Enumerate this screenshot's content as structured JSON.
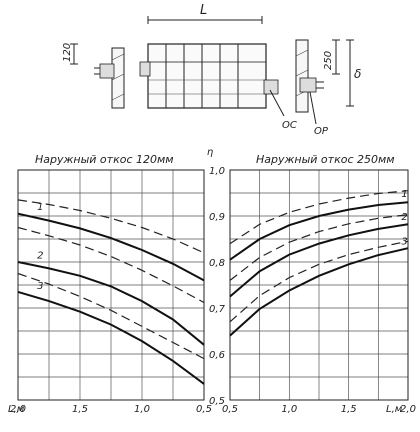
{
  "drawing": {
    "length_label": "L",
    "dim_120": "120",
    "dim_250": "250",
    "delta_label": "δ",
    "label_oc": "ОС",
    "label_op": "ОР"
  },
  "chart_data": [
    {
      "type": "line",
      "title": "Наружный откос 120мм",
      "xlabel": "L,м",
      "ylabel": "",
      "x_tick_labels": [
        "2,0",
        "1,5",
        "1,0",
        "0,5"
      ],
      "xlim": [
        2.0,
        0.5
      ],
      "ylim": [
        0.5,
        1.0
      ],
      "x_direction": "reversed",
      "grid": true,
      "curve_labels": [
        "1",
        "2",
        "3"
      ],
      "series": [
        {
          "style": "dashed",
          "x": [
            2.0,
            1.75,
            1.5,
            1.25,
            1.0,
            0.75,
            0.5
          ],
          "y": [
            0.935,
            0.925,
            0.912,
            0.895,
            0.875,
            0.85,
            0.82
          ]
        },
        {
          "style": "solid",
          "x": [
            2.0,
            1.75,
            1.5,
            1.25,
            1.0,
            0.75,
            0.5
          ],
          "y": [
            0.905,
            0.89,
            0.873,
            0.852,
            0.826,
            0.796,
            0.76
          ]
        },
        {
          "style": "dashed",
          "x": [
            2.0,
            1.75,
            1.5,
            1.25,
            1.0,
            0.75,
            0.5
          ],
          "y": [
            0.875,
            0.857,
            0.837,
            0.812,
            0.782,
            0.748,
            0.712
          ]
        },
        {
          "style": "solid",
          "x": [
            2.0,
            1.75,
            1.5,
            1.25,
            1.0,
            0.75,
            0.5
          ],
          "y": [
            0.8,
            0.786,
            0.77,
            0.747,
            0.715,
            0.675,
            0.62
          ]
        },
        {
          "style": "dashed",
          "x": [
            2.0,
            1.75,
            1.5,
            1.25,
            1.0,
            0.75,
            0.5
          ],
          "y": [
            0.775,
            0.752,
            0.725,
            0.695,
            0.66,
            0.625,
            0.59
          ]
        },
        {
          "style": "solid",
          "x": [
            2.0,
            1.75,
            1.5,
            1.25,
            1.0,
            0.75,
            0.5
          ],
          "y": [
            0.735,
            0.715,
            0.692,
            0.664,
            0.628,
            0.585,
            0.535
          ]
        }
      ]
    },
    {
      "type": "line",
      "title": "Наружный откос 250мм",
      "xlabel": "L,м",
      "ylabel": "η",
      "x_tick_labels": [
        "0,5",
        "1,0",
        "1,5",
        "2,0"
      ],
      "xlim": [
        0.5,
        2.0
      ],
      "ylim": [
        0.5,
        1.0
      ],
      "y_tick_labels": [
        "1,0",
        "0,9",
        "0,8",
        "0,7",
        "0,6",
        "0,5"
      ],
      "grid": true,
      "curve_labels": [
        "1",
        "2",
        "3"
      ],
      "series": [
        {
          "style": "dashed",
          "x": [
            0.5,
            0.75,
            1.0,
            1.25,
            1.5,
            1.75,
            2.0
          ],
          "y": [
            0.84,
            0.882,
            0.908,
            0.926,
            0.939,
            0.949,
            0.955
          ]
        },
        {
          "style": "solid",
          "x": [
            0.5,
            0.75,
            1.0,
            1.25,
            1.5,
            1.75,
            2.0
          ],
          "y": [
            0.805,
            0.85,
            0.88,
            0.9,
            0.914,
            0.924,
            0.93
          ]
        },
        {
          "style": "dashed",
          "x": [
            0.5,
            0.75,
            1.0,
            1.25,
            1.5,
            1.75,
            2.0
          ],
          "y": [
            0.76,
            0.81,
            0.843,
            0.866,
            0.883,
            0.895,
            0.903
          ]
        },
        {
          "style": "solid",
          "x": [
            0.5,
            0.75,
            1.0,
            1.25,
            1.5,
            1.75,
            2.0
          ],
          "y": [
            0.725,
            0.78,
            0.816,
            0.84,
            0.858,
            0.872,
            0.882
          ]
        },
        {
          "style": "dashed",
          "x": [
            0.5,
            0.75,
            1.0,
            1.25,
            1.5,
            1.75,
            2.0
          ],
          "y": [
            0.67,
            0.727,
            0.766,
            0.795,
            0.816,
            0.832,
            0.845
          ]
        },
        {
          "style": "solid",
          "x": [
            0.5,
            0.75,
            1.0,
            1.25,
            1.5,
            1.75,
            2.0
          ],
          "y": [
            0.64,
            0.698,
            0.738,
            0.77,
            0.795,
            0.815,
            0.83
          ]
        }
      ]
    }
  ]
}
